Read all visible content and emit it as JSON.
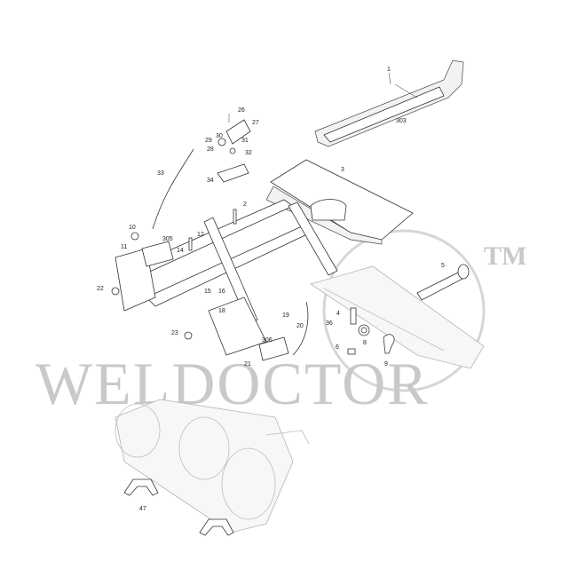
{
  "watermark": {
    "brand": "WELDOCTOR",
    "tm": "TM"
  },
  "callouts": [
    "1",
    "2",
    "3",
    "4",
    "5",
    "6",
    "8",
    "9",
    "10",
    "11",
    "12",
    "14",
    "15",
    "16",
    "18",
    "19",
    "20",
    "21",
    "22",
    "23",
    "26",
    "27",
    "28",
    "29",
    "30",
    "31",
    "32",
    "33",
    "34",
    "36",
    "47",
    "303",
    "305",
    "306"
  ],
  "colors": {
    "line": "#333333",
    "watermark": "#c9c9c9",
    "background": "#ffffff"
  }
}
